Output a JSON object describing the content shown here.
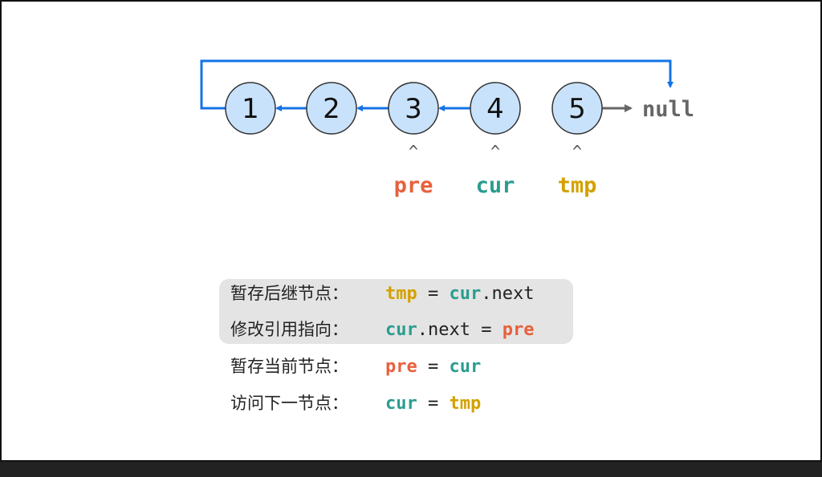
{
  "colors": {
    "pre": "#e8603c",
    "cur": "#2a9d8f",
    "tmp": "#d4a100",
    "link": "#1473e6",
    "node_fill": "#c9e2fb",
    "null": "#666666"
  },
  "nodes": [
    "1",
    "2",
    "3",
    "4",
    "5"
  ],
  "null_label": "null",
  "caret": "^",
  "pointers": {
    "pre": "pre",
    "cur": "cur",
    "tmp": "tmp"
  },
  "steps": [
    {
      "label": "暂存后继节点：",
      "code": [
        {
          "t": "tmp",
          "c": "tmp"
        },
        {
          "t": " = "
        },
        {
          "t": "cur",
          "c": "cur"
        },
        {
          "t": ".next"
        }
      ]
    },
    {
      "label": "修改引用指向：",
      "code": [
        {
          "t": "cur",
          "c": "cur"
        },
        {
          "t": ".next = "
        },
        {
          "t": "pre",
          "c": "pre"
        }
      ]
    },
    {
      "label": "暂存当前节点：",
      "code": [
        {
          "t": "pre",
          "c": "pre"
        },
        {
          "t": " = "
        },
        {
          "t": "cur",
          "c": "cur"
        }
      ]
    },
    {
      "label": "访问下一节点：",
      "code": [
        {
          "t": "cur",
          "c": "cur"
        },
        {
          "t": " = "
        },
        {
          "t": "tmp",
          "c": "tmp"
        }
      ]
    }
  ]
}
